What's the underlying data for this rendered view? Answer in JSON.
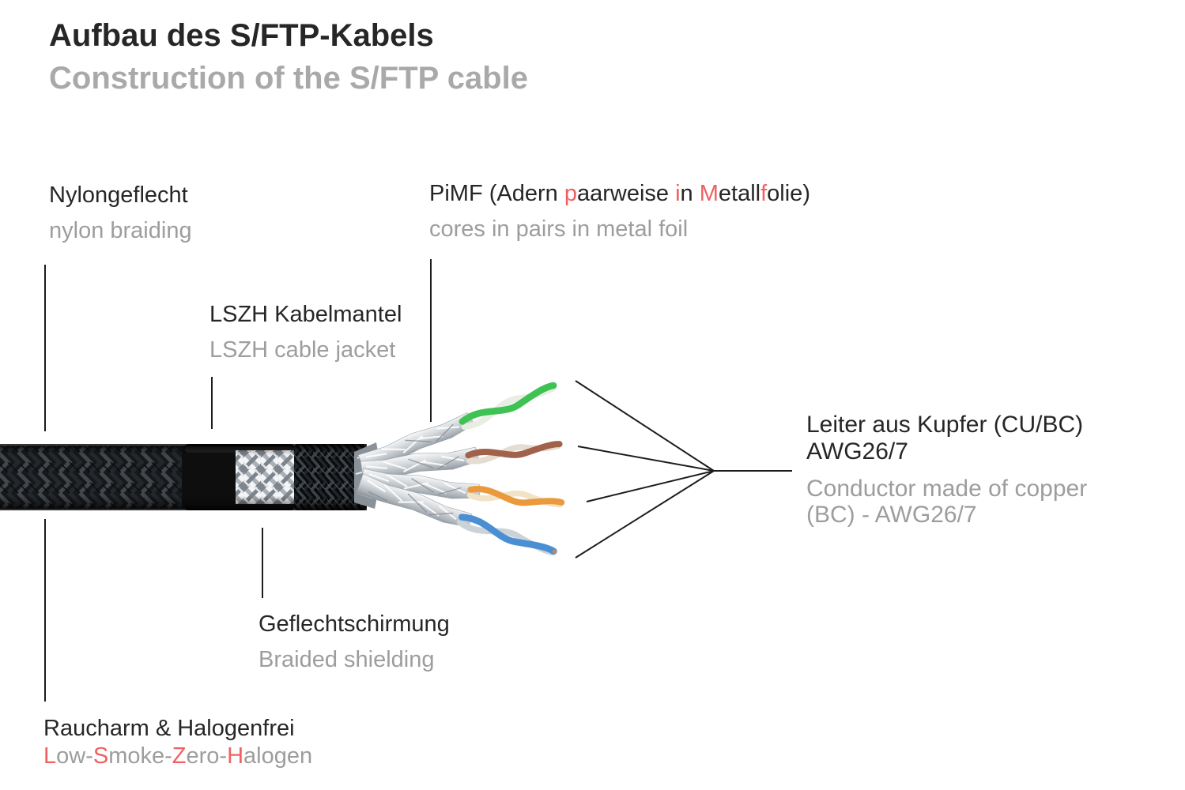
{
  "title": {
    "de": "Aufbau des S/FTP-Kabels",
    "en": "Construction of the S/FTP cable"
  },
  "labels": {
    "nylon": {
      "de": "Nylongeflecht",
      "en": "nylon braiding"
    },
    "pimf": {
      "de_segments": [
        {
          "t": "PiMF (Adern "
        },
        {
          "t": "p",
          "accent": true
        },
        {
          "t": "aarweise "
        },
        {
          "t": "i",
          "accent": true
        },
        {
          "t": "n "
        },
        {
          "t": "M",
          "accent": true
        },
        {
          "t": "etall"
        },
        {
          "t": "f",
          "accent": true
        },
        {
          "t": "olie)"
        }
      ],
      "en": "cores in pairs in metal foil"
    },
    "lszh": {
      "de": "LSZH Kabelmantel",
      "en": "LSZH cable jacket"
    },
    "conductor": {
      "de_line1": "Leiter aus Kupfer (CU/BC)",
      "de_line2": "AWG26/7",
      "en_line1": "Conductor made of copper",
      "en_line2": "(BC) - AWG26/7"
    },
    "braid": {
      "de": "Geflechtschirmung",
      "en": "Braided shielding"
    },
    "lowsmoke": {
      "de": "Raucharm & Halogenfrei",
      "en_segments": [
        {
          "t": "L",
          "accent": true
        },
        {
          "t": "ow-"
        },
        {
          "t": "S",
          "accent": true
        },
        {
          "t": "moke-"
        },
        {
          "t": "Z",
          "accent": true
        },
        {
          "t": "ero-"
        },
        {
          "t": "H",
          "accent": true
        },
        {
          "t": "alogen"
        }
      ]
    }
  },
  "colors": {
    "accent_red": "#f16060",
    "text_dark": "#262626",
    "text_gray": "#9d9d9d",
    "leader_line": "#1c1c1c"
  },
  "cable": {
    "pairs": [
      {
        "name": "green pair",
        "color": "#3fc254",
        "stripe": "#e9eee3"
      },
      {
        "name": "brown pair",
        "color": "#a2614a",
        "stripe": "#e6ddd2"
      },
      {
        "name": "orange pair",
        "color": "#ea9a3d",
        "stripe": "#f2e3c6"
      },
      {
        "name": "blue pair",
        "color": "#4a8fd3",
        "stripe": "#ccd3d8"
      }
    ]
  }
}
